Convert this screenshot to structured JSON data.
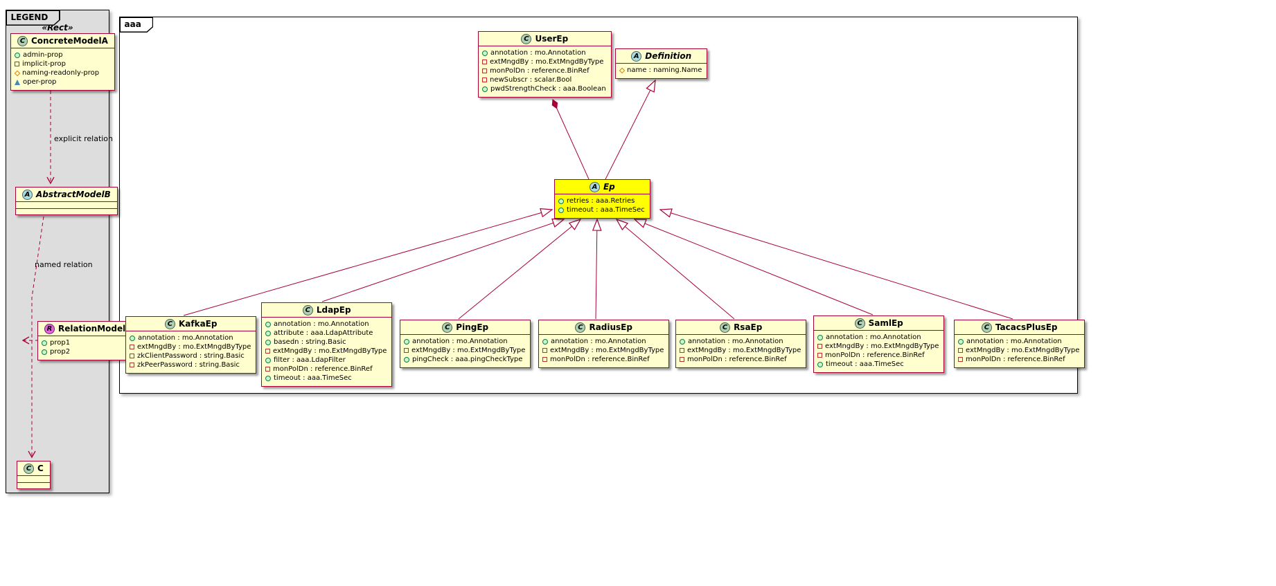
{
  "colors": {
    "class_bg": "#FEFECE",
    "class_border": "#A80036",
    "relation_line": "#A80036",
    "highlight_bg": "#FFFF00",
    "legend_bg": "#DDDDDD",
    "frame_border": "#000000",
    "spot_class": "#ADD1B2",
    "spot_abstract": "#A9DCDF",
    "spot_relation": "#E564DB",
    "member_circle": "#038048",
    "member_square": "#C82930",
    "member_diamond": "#D98000",
    "member_triangle": "#4A86B8"
  },
  "legend": {
    "tab_label": "LEGEND",
    "stereotype": "«Rect»",
    "relations": {
      "explicit_label": "explicit relation",
      "named_label": "named relation"
    },
    "classes": {
      "concreteModelA": {
        "spot": "C",
        "name": "ConcreteModelA",
        "members": [
          {
            "icon": "circle",
            "text": "admin-prop"
          },
          {
            "icon": "square",
            "text": "implicit-prop"
          },
          {
            "icon": "diamond",
            "text": "naming-readonly-prop"
          },
          {
            "icon": "triangle",
            "text": "oper-prop"
          }
        ]
      },
      "abstractModelB": {
        "spot": "A",
        "name": "AbstractModelB",
        "members": []
      },
      "relationModel": {
        "spot": "R",
        "name": "RelationModel",
        "members": [
          {
            "icon": "circle",
            "text": "prop1"
          },
          {
            "icon": "circle",
            "text": "prop2"
          }
        ]
      },
      "c": {
        "spot": "C",
        "name": "C",
        "members": []
      }
    }
  },
  "package": {
    "tab_label": "aaa",
    "classes": {
      "userEp": {
        "spot": "C",
        "name": "UserEp",
        "members": [
          {
            "icon": "circle",
            "text": "annotation : mo.Annotation"
          },
          {
            "icon": "square",
            "text": "extMngdBy : mo.ExtMngdByType"
          },
          {
            "icon": "square",
            "text": "monPolDn : reference.BinRef"
          },
          {
            "icon": "square",
            "text": "newSubscr : scalar.Bool"
          },
          {
            "icon": "circle",
            "text": "pwdStrengthCheck : aaa.Boolean"
          }
        ]
      },
      "definition": {
        "spot": "A",
        "name": "Definition",
        "members": [
          {
            "icon": "diamond",
            "text": "name : naming.Name"
          }
        ]
      },
      "ep": {
        "spot": "A",
        "name": "Ep",
        "members": [
          {
            "icon": "circle",
            "text": "retries : aaa.Retries"
          },
          {
            "icon": "circle",
            "text": "timeout : aaa.TimeSec"
          }
        ]
      },
      "kafkaEp": {
        "spot": "C",
        "name": "KafkaEp",
        "members": [
          {
            "icon": "circle",
            "text": "annotation : mo.Annotation"
          },
          {
            "icon": "square",
            "text": "extMngdBy : mo.ExtMngdByType"
          },
          {
            "icon": "square",
            "text": "zkClientPassword : string.Basic"
          },
          {
            "icon": "square",
            "text": "zkPeerPassword : string.Basic"
          }
        ]
      },
      "ldapEp": {
        "spot": "C",
        "name": "LdapEp",
        "members": [
          {
            "icon": "circle",
            "text": "annotation : mo.Annotation"
          },
          {
            "icon": "circle",
            "text": "attribute : aaa.LdapAttribute"
          },
          {
            "icon": "circle",
            "text": "basedn : string.Basic"
          },
          {
            "icon": "square",
            "text": "extMngdBy : mo.ExtMngdByType"
          },
          {
            "icon": "circle",
            "text": "filter : aaa.LdapFilter"
          },
          {
            "icon": "square",
            "text": "monPolDn : reference.BinRef"
          },
          {
            "icon": "circle",
            "text": "timeout : aaa.TimeSec"
          }
        ]
      },
      "pingEp": {
        "spot": "C",
        "name": "PingEp",
        "members": [
          {
            "icon": "circle",
            "text": "annotation : mo.Annotation"
          },
          {
            "icon": "square",
            "text": "extMngdBy : mo.ExtMngdByType"
          },
          {
            "icon": "circle",
            "text": "pingCheck : aaa.pingCheckType"
          }
        ]
      },
      "radiusEp": {
        "spot": "C",
        "name": "RadiusEp",
        "members": [
          {
            "icon": "circle",
            "text": "annotation : mo.Annotation"
          },
          {
            "icon": "square",
            "text": "extMngdBy : mo.ExtMngdByType"
          },
          {
            "icon": "square",
            "text": "monPolDn : reference.BinRef"
          }
        ]
      },
      "rsaEp": {
        "spot": "C",
        "name": "RsaEp",
        "members": [
          {
            "icon": "circle",
            "text": "annotation : mo.Annotation"
          },
          {
            "icon": "square",
            "text": "extMngdBy : mo.ExtMngdByType"
          },
          {
            "icon": "square",
            "text": "monPolDn : reference.BinRef"
          }
        ]
      },
      "samlEp": {
        "spot": "C",
        "name": "SamlEp",
        "members": [
          {
            "icon": "circle",
            "text": "annotation : mo.Annotation"
          },
          {
            "icon": "square",
            "text": "extMngdBy : mo.ExtMngdByType"
          },
          {
            "icon": "square",
            "text": "monPolDn : reference.BinRef"
          },
          {
            "icon": "circle",
            "text": "timeout : aaa.TimeSec"
          }
        ]
      },
      "tacacsPlusEp": {
        "spot": "C",
        "name": "TacacsPlusEp",
        "members": [
          {
            "icon": "circle",
            "text": "annotation : mo.Annotation"
          },
          {
            "icon": "square",
            "text": "extMngdBy : mo.ExtMngdByType"
          },
          {
            "icon": "square",
            "text": "monPolDn : reference.BinRef"
          }
        ]
      }
    }
  }
}
